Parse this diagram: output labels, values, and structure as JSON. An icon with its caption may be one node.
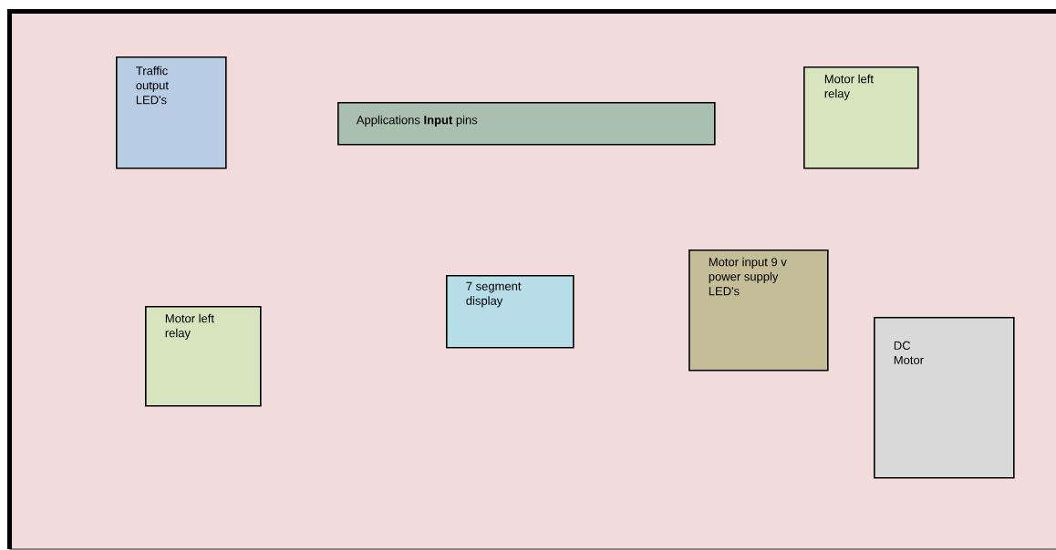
{
  "diagram": {
    "nodes": [
      {
        "text": [
          "Traffic output LED's"
        ]
      },
      {
        "text": [
          "Applications **Input** pins"
        ]
      },
      {
        "text": [
          "Motor left relay"
        ]
      },
      {
        "text": [
          "Motor left relay"
        ]
      },
      {
        "text": [
          "7 segment display"
        ]
      },
      {
        "text": [
          "Motor input 9 v power supply LED's"
        ]
      },
      {
        "text": [
          "DC Motor"
        ]
      }
    ]
  }
}
